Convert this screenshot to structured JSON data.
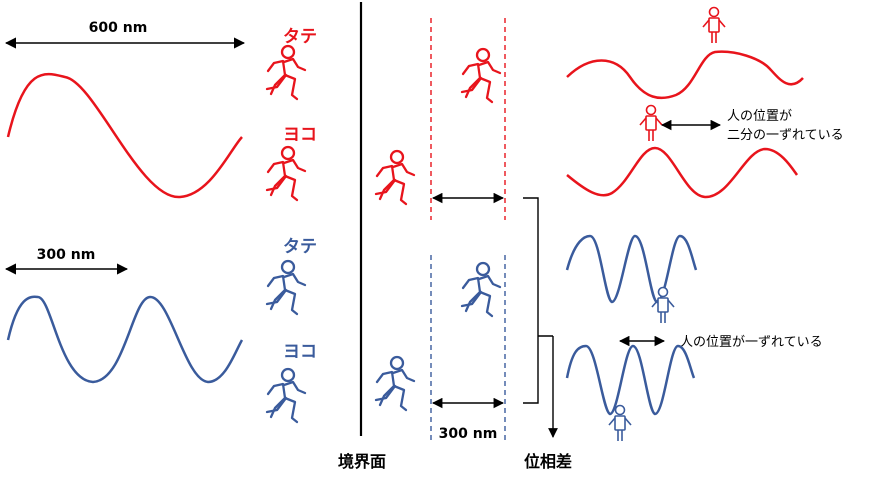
{
  "colors": {
    "red": "#e8141c",
    "blue": "#3a5b9c",
    "black": "#000000"
  },
  "labels": {
    "wavelength_600": "600 nm",
    "wavelength_300": "300 nm",
    "tate_red": "タテ",
    "yoko_red": "ヨコ",
    "tate_blue": "タテ",
    "yoko_blue": "ヨコ",
    "boundary": "境界面",
    "phase_difference": "位相差",
    "offset_300": "300 nm",
    "note_half_line1": "人の位置が",
    "note_half_line2": "二分の一ずれている",
    "note_one": "人の位置が一ずれている"
  },
  "icons": {
    "runner_red_tate": "runner-icon",
    "runner_red_yoko": "runner-icon",
    "runner_blue_tate": "runner-icon",
    "runner_blue_yoko": "runner-icon",
    "person": "person-icon"
  }
}
